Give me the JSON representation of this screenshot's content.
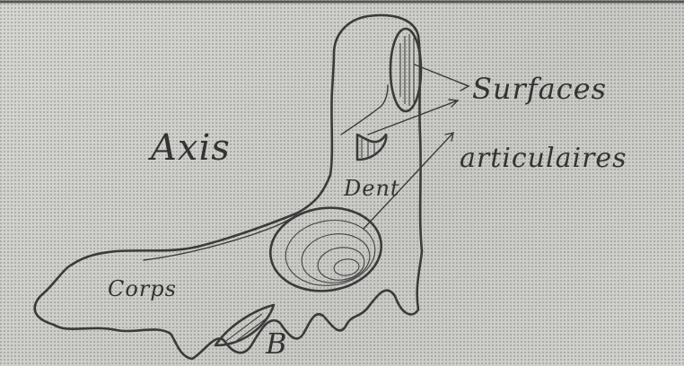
{
  "labels": {
    "axis": "Axis",
    "surfaces": "Surfaces",
    "articulaires": "articulaires",
    "dent": "Dent",
    "corps": "Corps",
    "b": "B"
  },
  "colors": {
    "background": "#cfcfcb",
    "ink": "#3a3a3a"
  }
}
